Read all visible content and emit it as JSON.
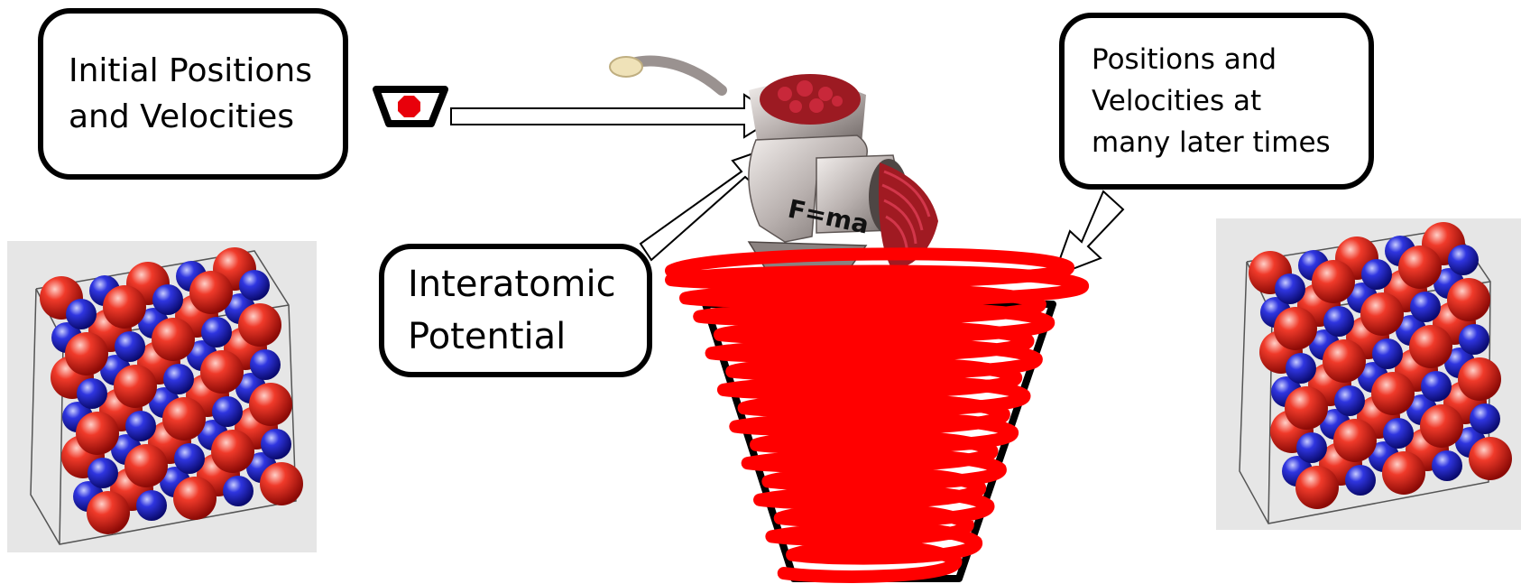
{
  "initial": {
    "label": "Initial Positions\nand Velocities"
  },
  "potential": {
    "label": "Interatomic\nPotential"
  },
  "later": {
    "label": "Positions and\nVelocities at\nmany later times"
  },
  "grinder": {
    "label": "F=ma",
    "icon": "meat-grinder-icon"
  },
  "colors": {
    "red_atom": "#e8241c",
    "blue_atom": "#2a2ad8",
    "scribble": "#ff0000",
    "panel": "#e6e6e6"
  }
}
